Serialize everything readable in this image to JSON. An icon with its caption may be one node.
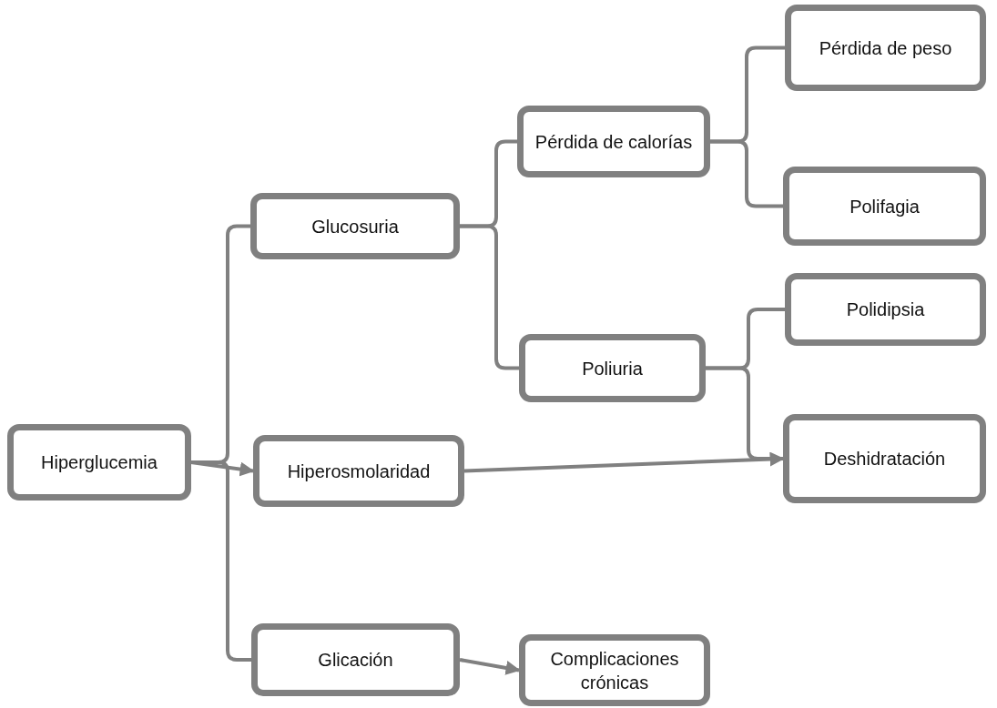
{
  "diagram": {
    "nodes": [
      {
        "text": [
          "Hiperglucemia"
        ]
      },
      {
        "text": [
          "Glucosuria"
        ]
      },
      {
        "text": [
          "Hiperosmolaridad"
        ]
      },
      {
        "text": [
          "Glicación"
        ]
      },
      {
        "text": [
          "Pérdida de calorías"
        ]
      },
      {
        "text": [
          "Poliuria"
        ]
      },
      {
        "text": [
          "Pérdida de peso"
        ]
      },
      {
        "text": [
          "Polifagia"
        ]
      },
      {
        "text": [
          "Polidipsia"
        ]
      },
      {
        "text": [
          "Deshidratación"
        ]
      },
      {
        "text": [
          "Complicaciones crónicas"
        ]
      }
    ],
    "edges": [
      {
        "from": 0,
        "to": 1,
        "arrow": "none"
      },
      {
        "from": 0,
        "to": 2,
        "arrow": "to"
      },
      {
        "from": 0,
        "to": 3,
        "arrow": "none"
      },
      {
        "from": 1,
        "to": 4,
        "arrow": "none"
      },
      {
        "from": 1,
        "to": 5,
        "arrow": "none"
      },
      {
        "from": 4,
        "to": 6,
        "arrow": "none"
      },
      {
        "from": 4,
        "to": 7,
        "arrow": "none"
      },
      {
        "from": 5,
        "to": 8,
        "arrow": "none"
      },
      {
        "from": 5,
        "to": 9,
        "arrow": "none"
      },
      {
        "from": 2,
        "to": 9,
        "arrow": "to"
      },
      {
        "from": 3,
        "to": 10,
        "arrow": "to"
      }
    ]
  }
}
